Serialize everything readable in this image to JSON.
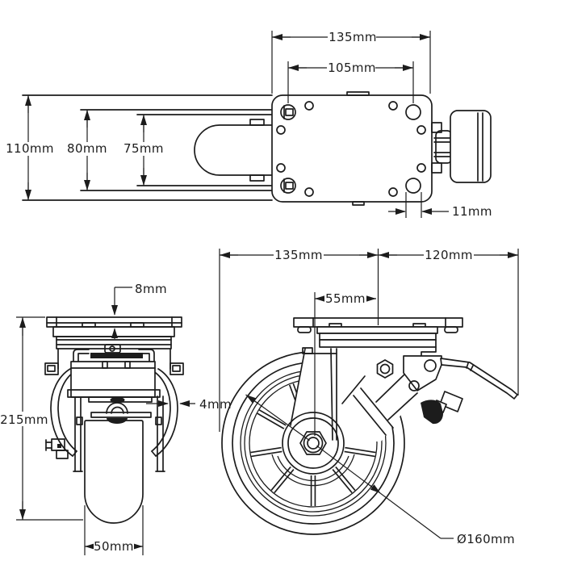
{
  "drawing": {
    "description": "Technical dimension drawing of a heavy-duty swivel caster wheel with brake, shown in three orthographic views",
    "line_color": "#1c1c1c",
    "background_color": "#ffffff",
    "labels": {
      "top_width": "135mm",
      "top_hole_spacing": "105mm",
      "top_depth": "110mm",
      "top_hole_rows": "80mm",
      "top_fork_width": "75mm",
      "top_hole_dia": "11mm",
      "front_plate_thickness": "8mm",
      "front_height": "215mm",
      "front_bracket_thickness": "4mm",
      "front_wheel_width": "50mm",
      "side_plate_length": "135mm",
      "side_brake_reach": "120mm",
      "side_offset": "55mm",
      "side_wheel_dia": "Ø160mm"
    }
  }
}
